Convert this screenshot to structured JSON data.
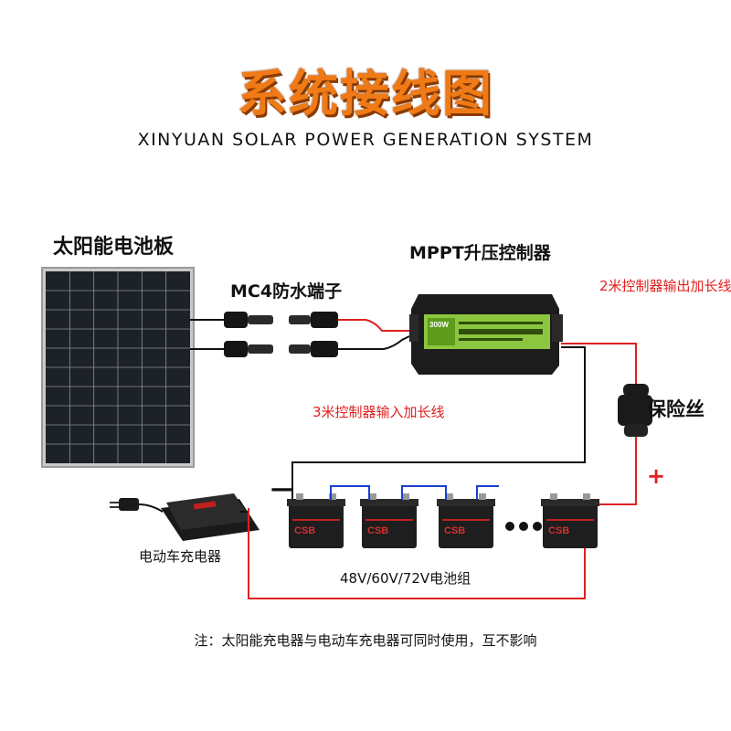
{
  "title": "系统接线图",
  "subtitle": "XINYUAN SOLAR POWER GENERATION SYSTEM",
  "labels": {
    "solar_panel": "太阳能电池板",
    "mc4": "MC4防水端子",
    "mppt": "MPPT升压控制器",
    "ext_2m": "2米控制器输出加长线",
    "fuse": "保险丝",
    "ext_3m": "3米控制器输入加长线",
    "plus": "+",
    "minus": "—",
    "ev_charger": "电动车充电器",
    "battery_pack": "48V/60V/72V电池组",
    "note": "注：太阳能充电器与电动车充电器可同时使用，互不影响"
  },
  "device_text": {
    "controller_badge": "300W",
    "battery_brand": "CSB"
  },
  "colors": {
    "title": "#f07a16",
    "wire_red": "#e02020",
    "wire_blue": "#1a3fd0",
    "wire_black": "#111111",
    "controller_green": "#8cc63f"
  }
}
